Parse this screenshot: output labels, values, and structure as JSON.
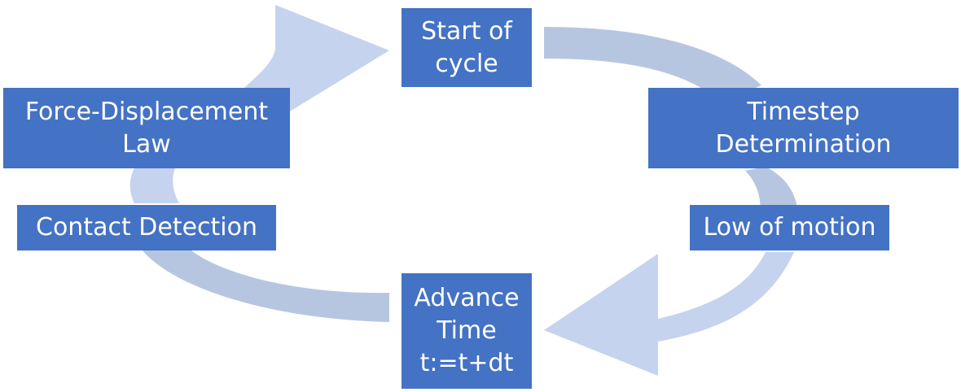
{
  "colors": {
    "box_fill": "#4472c4",
    "box_text": "#ffffff",
    "arrow_light": "#c5d3ee",
    "arrow_mid": "#b7c6e0"
  },
  "nodes": {
    "start": {
      "lines": [
        "Start of",
        "cycle"
      ]
    },
    "timestep": {
      "lines": [
        "Timestep",
        "Determination"
      ]
    },
    "motion": {
      "lines": [
        "Low of motion"
      ]
    },
    "advance": {
      "lines": [
        "Advance",
        "Time",
        "t:=t+dt"
      ]
    },
    "contact": {
      "lines": [
        "Contact Detection"
      ]
    },
    "force": {
      "lines": [
        "Force-Displacement",
        "Law"
      ]
    }
  }
}
